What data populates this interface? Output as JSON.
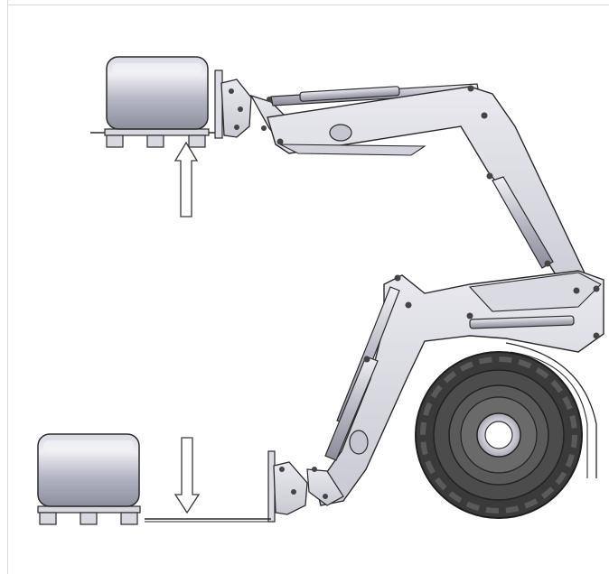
{
  "diagram": {
    "colors": {
      "background": "#ffffff",
      "frame_border": "#d9d9d9",
      "steel_light": "#e6e6ec",
      "steel_mid": "#cfcfd8",
      "steel_dark": "#9a9aa6",
      "outline": "#2a2a2a",
      "box_fill": "#b9bac6",
      "box_highlight": "#e8e8ee",
      "tire": "#4a4a4a",
      "tire_tread": "#2e2e2e",
      "arrow_fill": "#ffffff"
    },
    "arrows": [
      {
        "name": "lift-up-arrow",
        "direction": "up"
      },
      {
        "name": "lower-down-arrow",
        "direction": "down"
      }
    ],
    "loads": [
      {
        "name": "raised-load",
        "state": "raised"
      },
      {
        "name": "lowered-load",
        "state": "lowered"
      }
    ]
  }
}
